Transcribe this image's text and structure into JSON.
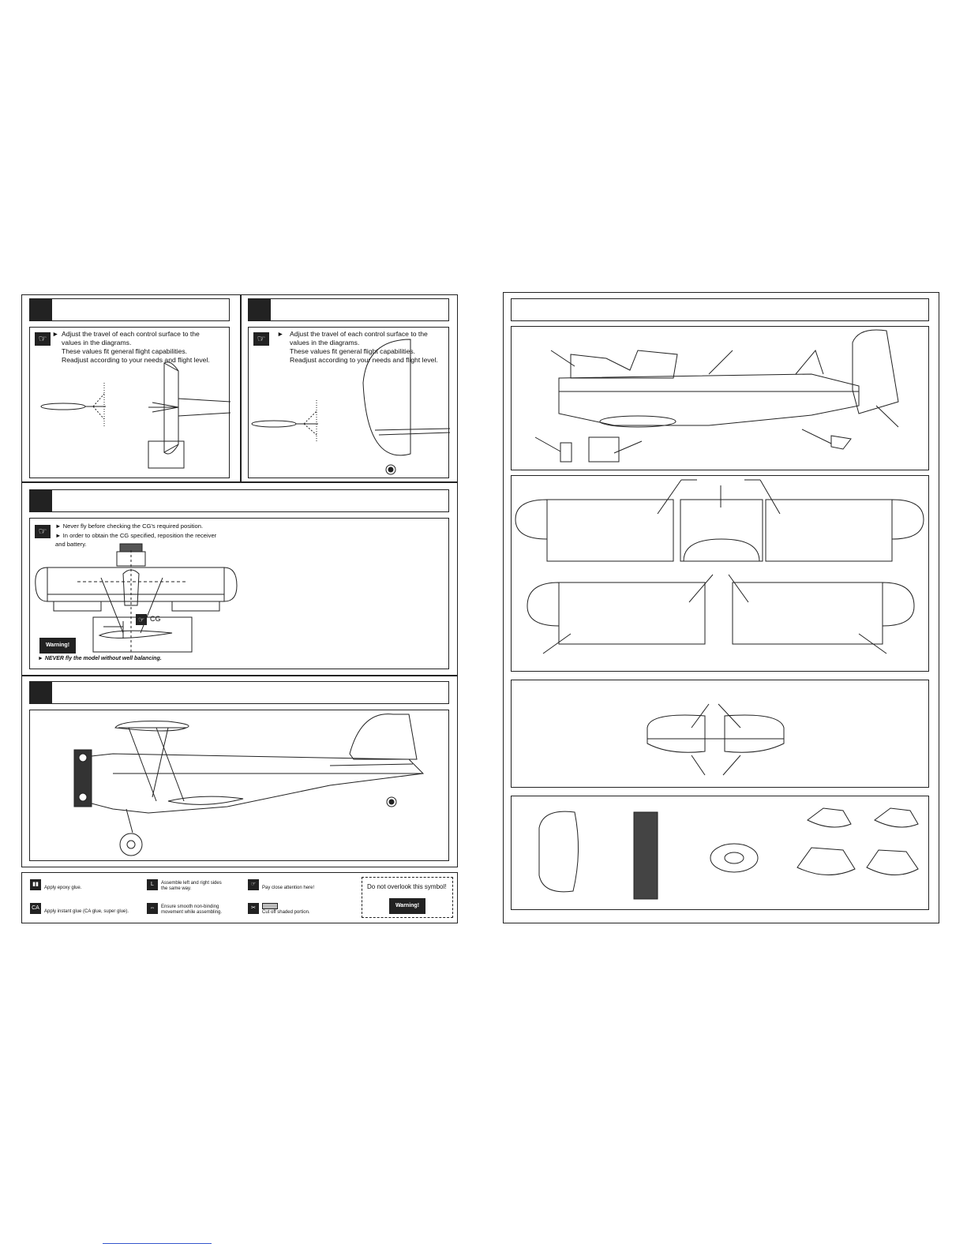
{
  "control_panel_1": {
    "bullet": "►",
    "text": "Adjust the travel of each control surface to the\nvalues in the diagrams.\nThese values fit general flight capabilities.\nReadjust according to your needs and flight level."
  },
  "control_panel_2": {
    "bullet": "►",
    "text": "Adjust the travel of each control surface to the\nvalues in the diagrams.\nThese values fit general flight capabilities.\nReadjust according to your needs and flight level."
  },
  "cg_panel": {
    "bullet1": "► Never fly before checking the CG's required position.",
    "bullet2": "► In order to obtain the CG specified, reposition the receiver\n    and battery.",
    "cg_label": "CG",
    "warning_badge": "Warning!",
    "warning_text": "► NEVER fly the model without well balancing."
  },
  "legend": {
    "epoxy": "Apply epoxy glue.",
    "instant": "Apply instant glue (CA glue, super glue).",
    "assemble": "Assemble left and right sides\nthe same way.",
    "smooth": "Ensure smooth non-binding\nmovement while assembling.",
    "attention": "Pay close attention here!",
    "cutoff": "Cut off shaded portion.",
    "overlook": "Do not overlook this symbol!",
    "warning_badge": "Warning!",
    "epoxy_icon": "glue-tubes-icon",
    "instant_icon": "ca-glue-icon"
  },
  "colors": {
    "ink": "#222222",
    "link": "#3355cc"
  }
}
